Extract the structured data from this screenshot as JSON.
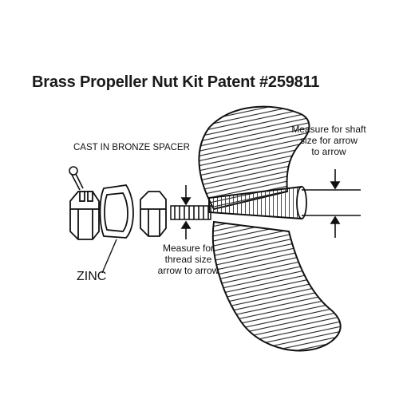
{
  "title": "Brass Propeller Nut Kit Patent #259811",
  "labels": {
    "spacer": "CAST IN BRONZE SPACER",
    "zinc": "ZINC",
    "thread": [
      "Measure for",
      "thread size",
      "arrow to arrow"
    ],
    "shaft": [
      "Measure for shaft",
      "size for arrow",
      "to arrow"
    ]
  },
  "colors": {
    "ink": "#1a1a1a",
    "background": "#ffffff"
  }
}
